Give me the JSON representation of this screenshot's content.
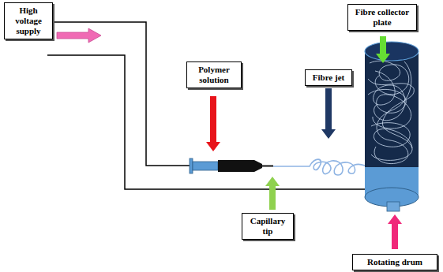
{
  "diagram": {
    "nodes": [
      {
        "text": [
          "High voltage supply"
        ]
      },
      {
        "text": [
          "Fibre collector plate"
        ]
      },
      {
        "text": [
          "Polymer solution"
        ]
      },
      {
        "text": [
          "Fibre jet"
        ]
      },
      {
        "text": [
          "Capillary tip"
        ]
      },
      {
        "text": [
          "Rotating drum"
        ]
      }
    ]
  }
}
